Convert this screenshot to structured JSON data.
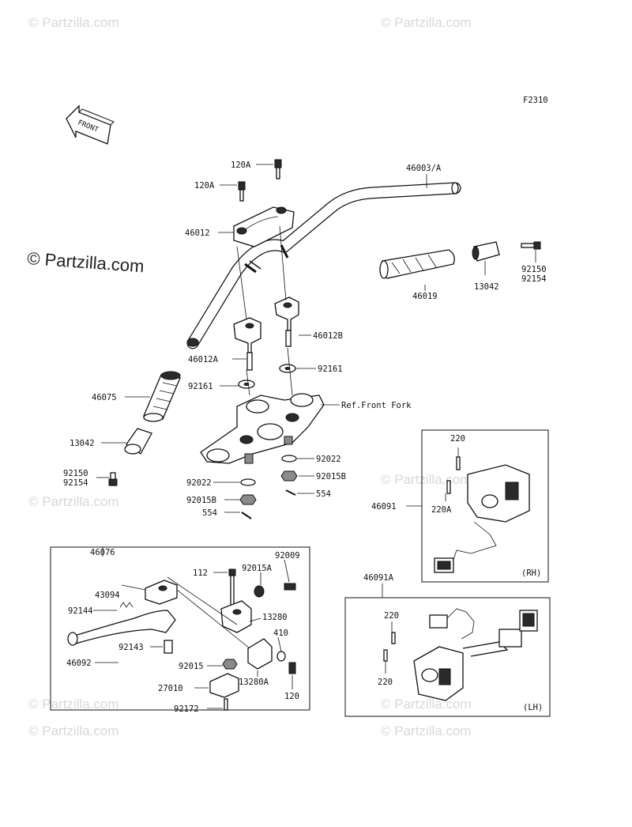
{
  "figure_code": "F2310",
  "front_arrow_label": "FRONT",
  "watermarks": [
    "© Partzilla.com",
    "© Partzilla.com",
    "© Partzilla.com",
    "© Partzilla.com",
    "© Partzilla.com",
    "© Partzilla.com",
    "© Partzilla.com",
    "© Partzilla.com"
  ],
  "center_watermark": "© Partzilla.com",
  "callouts": {
    "c120a_top": "120A",
    "c120a_left": "120A",
    "c46003a": "46003/A",
    "c46012": "46012",
    "c46012b": "46012B",
    "c46012a": "46012A",
    "c92161_right": "92161",
    "c92161_left": "92161",
    "c46019": "46019",
    "c13042_right": "13042",
    "c92150_right": "92150",
    "c92154_right": "92154",
    "c46075": "46075",
    "ref_front_fork": "Ref.Front Fork",
    "c13042_left": "13042",
    "c92150_left": "92150",
    "c92154_left": "92154",
    "c92022_right": "92022",
    "c92015b_right": "92015B",
    "c554_right": "554",
    "c92022_left": "92022",
    "c92015b_left": "92015B",
    "c554_left": "554",
    "c46091": "46091",
    "c220_rh": "220",
    "c220a_rh": "220A",
    "rh_tag": "(RH)",
    "c46091a": "46091A",
    "c220_lh1": "220",
    "c220_lh2": "220",
    "lh_tag": "(LH)",
    "c46076": "46076",
    "c112": "112",
    "c92015a": "92015A",
    "c92009": "92009",
    "c43094": "43094",
    "c13280": "13280",
    "c92144": "92144",
    "c410": "410",
    "c92143": "92143",
    "c92015": "92015",
    "c46092": "46092",
    "c13280a": "13280A",
    "c27010": "27010",
    "c120": "120",
    "c92172": "92172"
  }
}
